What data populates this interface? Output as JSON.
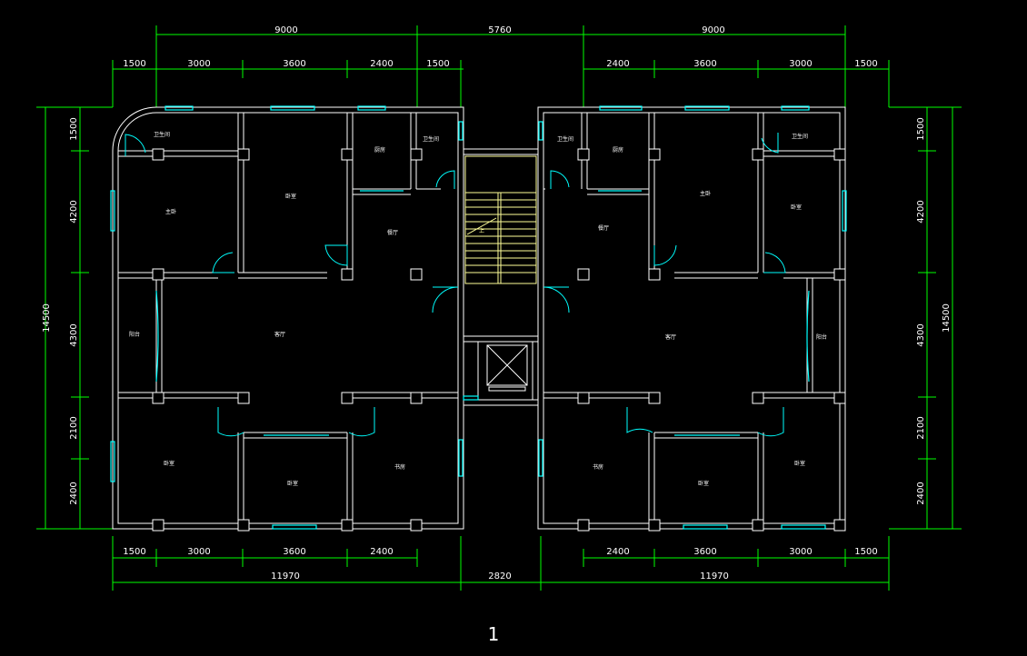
{
  "dimensions": {
    "top_overall": [
      "9000",
      "5760",
      "9000"
    ],
    "top_left": [
      "1500",
      "3000",
      "3600",
      "2400",
      "1500"
    ],
    "top_right": [
      "2400",
      "3600",
      "3000",
      "1500"
    ],
    "bottom_left": [
      "1500",
      "3000",
      "3600",
      "2400"
    ],
    "bottom_right": [
      "2400",
      "3600",
      "3000",
      "1500"
    ],
    "bottom_overall": [
      "11970",
      "2820",
      "11970"
    ],
    "left_segments": [
      "1500",
      "4200",
      "4300",
      "2100",
      "2400"
    ],
    "right_segments": [
      "1500",
      "4200",
      "4300",
      "2100",
      "2400"
    ],
    "left_total": "14500",
    "right_total": "14500"
  },
  "rooms": {
    "left_toilet_top": "卫生间",
    "left_master": "主卧",
    "left_bedroom_top": "卧室",
    "left_kitchen": "厨房",
    "left_toilet2": "卫生间",
    "left_dining": "餐厅",
    "left_balcony": "阳台",
    "left_living": "客厅",
    "left_bed_bl": "卧室",
    "left_bed_bm": "卧室",
    "left_study": "书房",
    "stair_mark": "上",
    "right_toilet1": "卫生间",
    "right_kitchen": "厨房",
    "right_master": "主卧",
    "right_toilet2": "卫生间",
    "right_bedroom_top": "卧室",
    "right_dining": "餐厅",
    "right_living": "客厅",
    "right_balcony": "阳台",
    "right_study": "书房",
    "right_bed_bm": "卧室",
    "right_bed_br": "卧室"
  },
  "sheet_number": "1",
  "colors": {
    "background": "#000000",
    "dimension": "#00ff00",
    "wall": "#ffffff",
    "window": "#00ffff",
    "stair": "#ffff99"
  }
}
